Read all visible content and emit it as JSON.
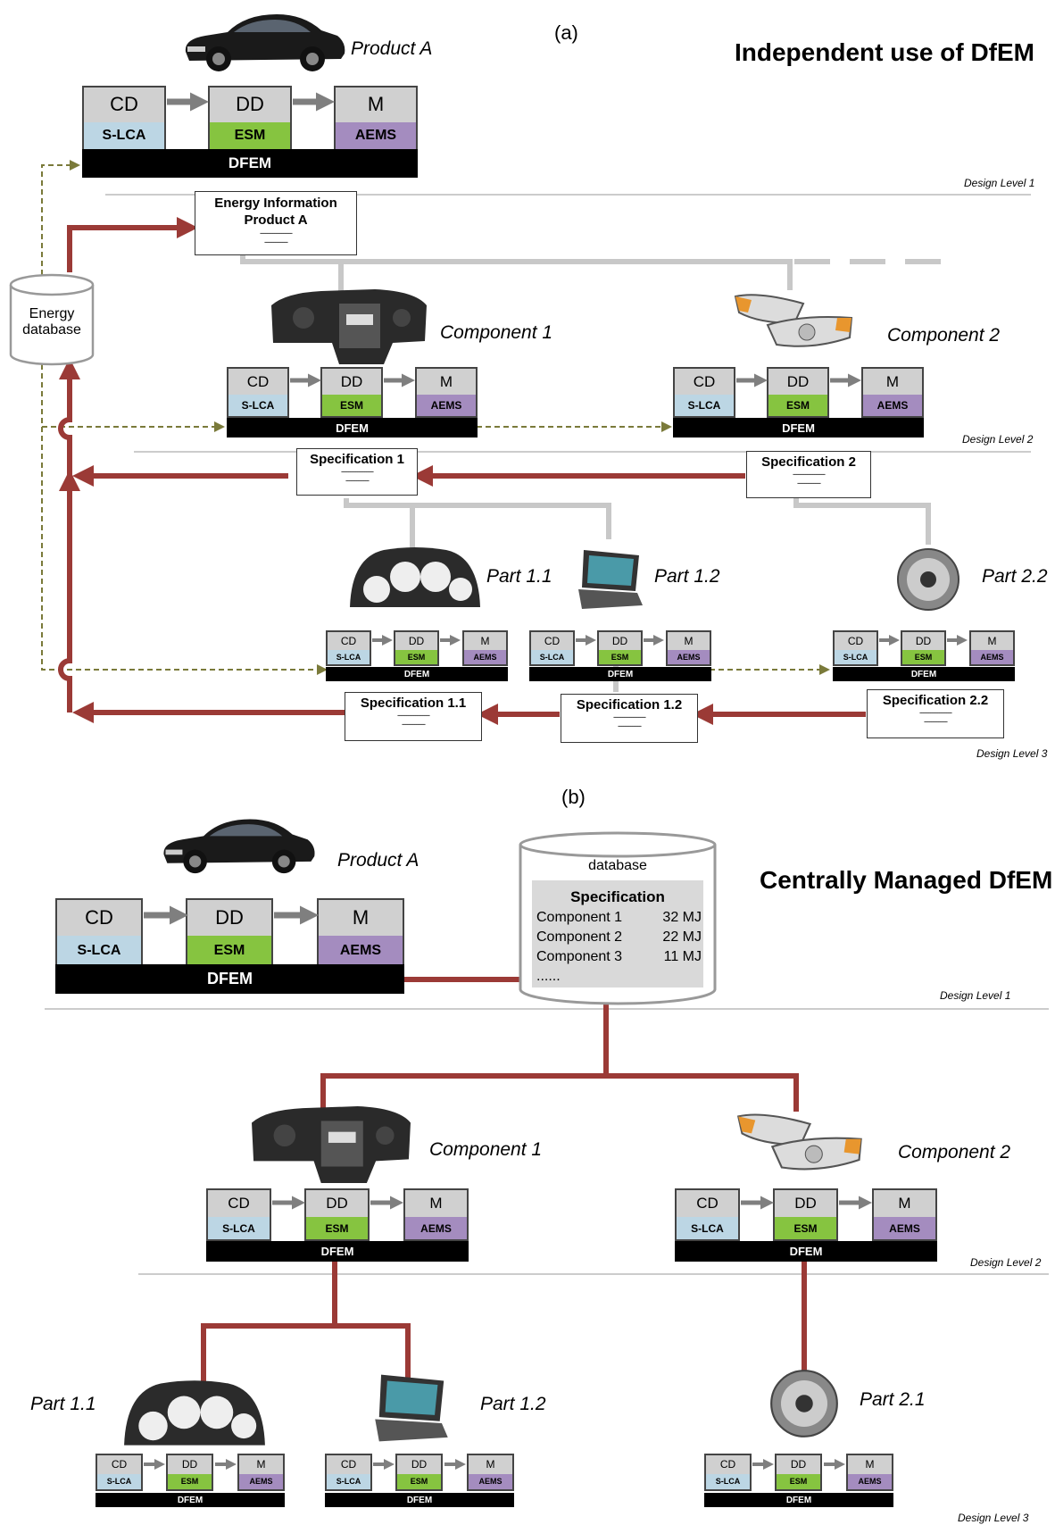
{
  "panel_a": {
    "label": "(a)",
    "title": "Independent use of DfEM",
    "product_label": "Product A",
    "energy_db_label": "Energy database",
    "energy_info": {
      "line1": "Energy Information",
      "line2": "Product A",
      "dash1": "------------------",
      "dash2": "-------------"
    },
    "components": [
      {
        "label": "Component 1"
      },
      {
        "label": "Component 2"
      }
    ],
    "parts": [
      {
        "label": "Part 1.1"
      },
      {
        "label": "Part 1.2"
      },
      {
        "label": "Part 2.2"
      }
    ],
    "specs": [
      {
        "label": "Specification 1"
      },
      {
        "label": "Specification 2"
      },
      {
        "label": "Specification 1.1"
      },
      {
        "label": "Specification 1.2"
      },
      {
        "label": "Specification 2.2"
      }
    ],
    "spec_dash1": "------------------",
    "spec_dash2": "-------------",
    "levels": [
      "Design Level 1",
      "Design Level 2",
      "Design Level 3"
    ]
  },
  "panel_b": {
    "label": "(b)",
    "title": "Centrally Managed DfEM",
    "product_label": "Product A",
    "database": {
      "label": "database",
      "heading": "Specification",
      "rows": [
        {
          "name": "Component 1",
          "value": "32 MJ"
        },
        {
          "name": "Component 2",
          "value": "22 MJ"
        },
        {
          "name": "Component 3",
          "value": "11 MJ"
        }
      ],
      "more": "......"
    },
    "components": [
      {
        "label": "Component 1"
      },
      {
        "label": "Component 2"
      }
    ],
    "parts": [
      {
        "label": "Part 1.1"
      },
      {
        "label": "Part 1.2"
      },
      {
        "label": "Part 2.1"
      }
    ],
    "levels": [
      "Design Level 1",
      "Design Level 2",
      "Design Level 3"
    ]
  },
  "unit_labels": {
    "cd": "CD",
    "dd": "DD",
    "m": "M",
    "slca": "S-LCA",
    "esm": "ESM",
    "aems": "AEMS",
    "dfem": "DFEM"
  },
  "colors": {
    "feedback": "#9b3a36",
    "dashed": "#7a7a3a",
    "connector": "#c8c8c8",
    "esm": "#86c440",
    "slca": "#bcd6e4",
    "aems": "#a48cbf"
  },
  "icons": [
    "car-image",
    "dashboard-image",
    "headlight-image",
    "gauge-cluster-image",
    "head-unit-image",
    "round-lamp-image"
  ]
}
